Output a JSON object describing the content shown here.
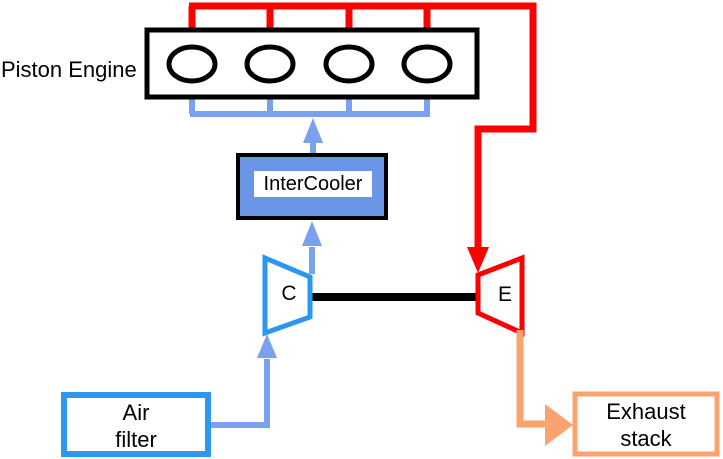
{
  "colors": {
    "exhaust_red": "#fe0000",
    "charge_blue": "#2b97f1",
    "air_blue": "#7aa0f0",
    "intercooler_fill": "#6b96e8",
    "exhaust_orange": "#f9a46e"
  },
  "engine": {
    "label": "Piston Engine",
    "cylinder_count": 4
  },
  "intercooler": {
    "label": "InterCooler"
  },
  "compressor": {
    "label": "C"
  },
  "turbine": {
    "label": "E"
  },
  "air_filter": {
    "line1": "Air",
    "line2": "filter"
  },
  "exhaust_stack": {
    "line1": "Exhaust",
    "line2": "stack"
  }
}
